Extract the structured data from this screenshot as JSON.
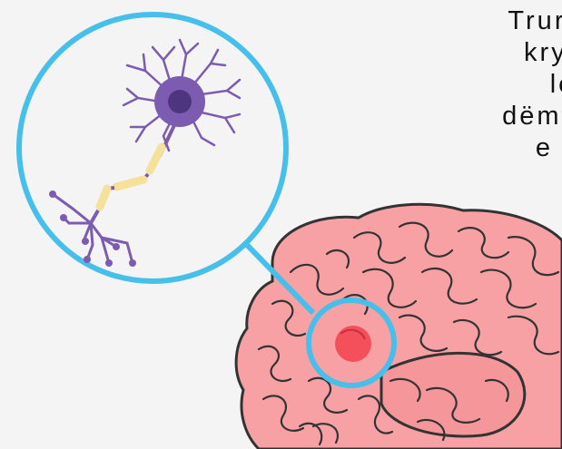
{
  "caption": {
    "lines": [
      "Truri ka",
      "kryen",
      "lë",
      "dëmtohe",
      "e tij"
    ]
  },
  "colors": {
    "background": "#f4f4f4",
    "brain": "#f7a1a4",
    "brain_outline": "#333333",
    "lesion": "#f4505c",
    "magnifier": "#46c0ea",
    "neuron": "#7b5cb0",
    "myelin": "#f5e29a"
  },
  "icons": {
    "magnifier": "magnifier-icon",
    "neuron": "neuron-icon",
    "brain": "brain-icon"
  }
}
